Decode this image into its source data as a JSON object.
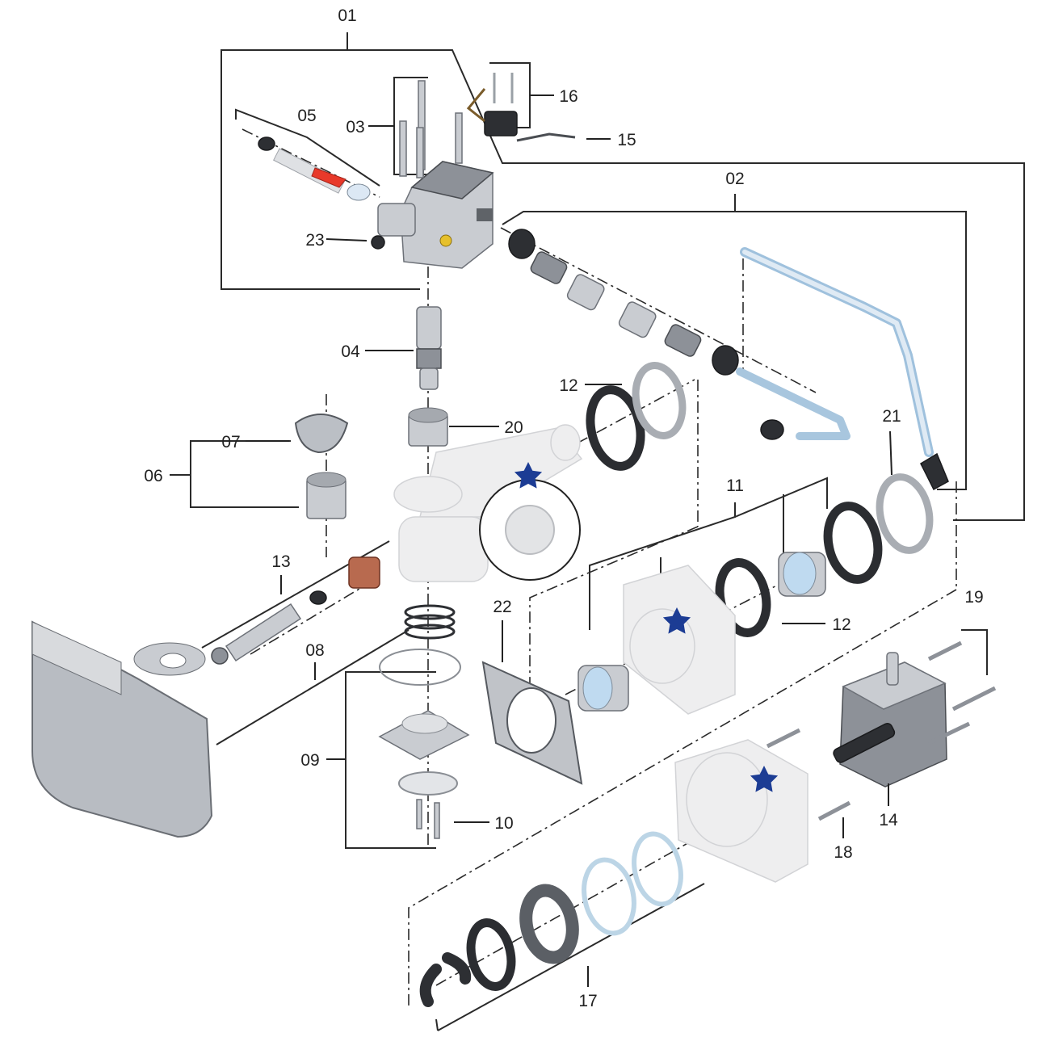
{
  "diagram": {
    "part_labels": [
      "01",
      "02",
      "03",
      "04",
      "05",
      "06",
      "07",
      "08",
      "09",
      "10",
      "11",
      "12",
      "12",
      "13",
      "14",
      "15",
      "16",
      "17",
      "18",
      "19",
      "20",
      "21",
      "22",
      "23"
    ],
    "colors": {
      "star": "#1c3c94",
      "metal": "#c9ccd1",
      "dark_seal": "#2d2f33",
      "ghost_part": "#eeeeef",
      "highlight_arrow": "#e8392a",
      "bronze_bushing": "#b86a4f",
      "thin_ring": "#bcd5e6",
      "line": "#222222"
    },
    "icons": [
      "star-icon"
    ]
  }
}
